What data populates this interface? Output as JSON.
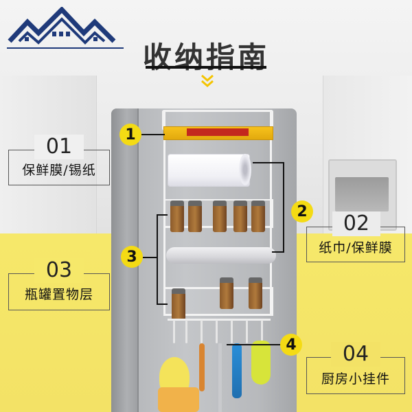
{
  "logo": {
    "name": "house-logo-icon"
  },
  "title": {
    "text": "收纳指南"
  },
  "callouts": [
    {
      "badge": "1",
      "number": "01",
      "label": "保鲜膜/锡纸"
    },
    {
      "badge": "2",
      "number": "02",
      "label": "纸巾/保鲜膜"
    },
    {
      "badge": "3",
      "number": "03",
      "label": "瓶罐置物层"
    },
    {
      "badge": "4",
      "number": "04",
      "label": "厨房小挂件"
    }
  ],
  "colors": {
    "accent_yellow": "#f4db14",
    "logo_navy": "#1f3a7a",
    "background_yellow": "#f3e266"
  }
}
